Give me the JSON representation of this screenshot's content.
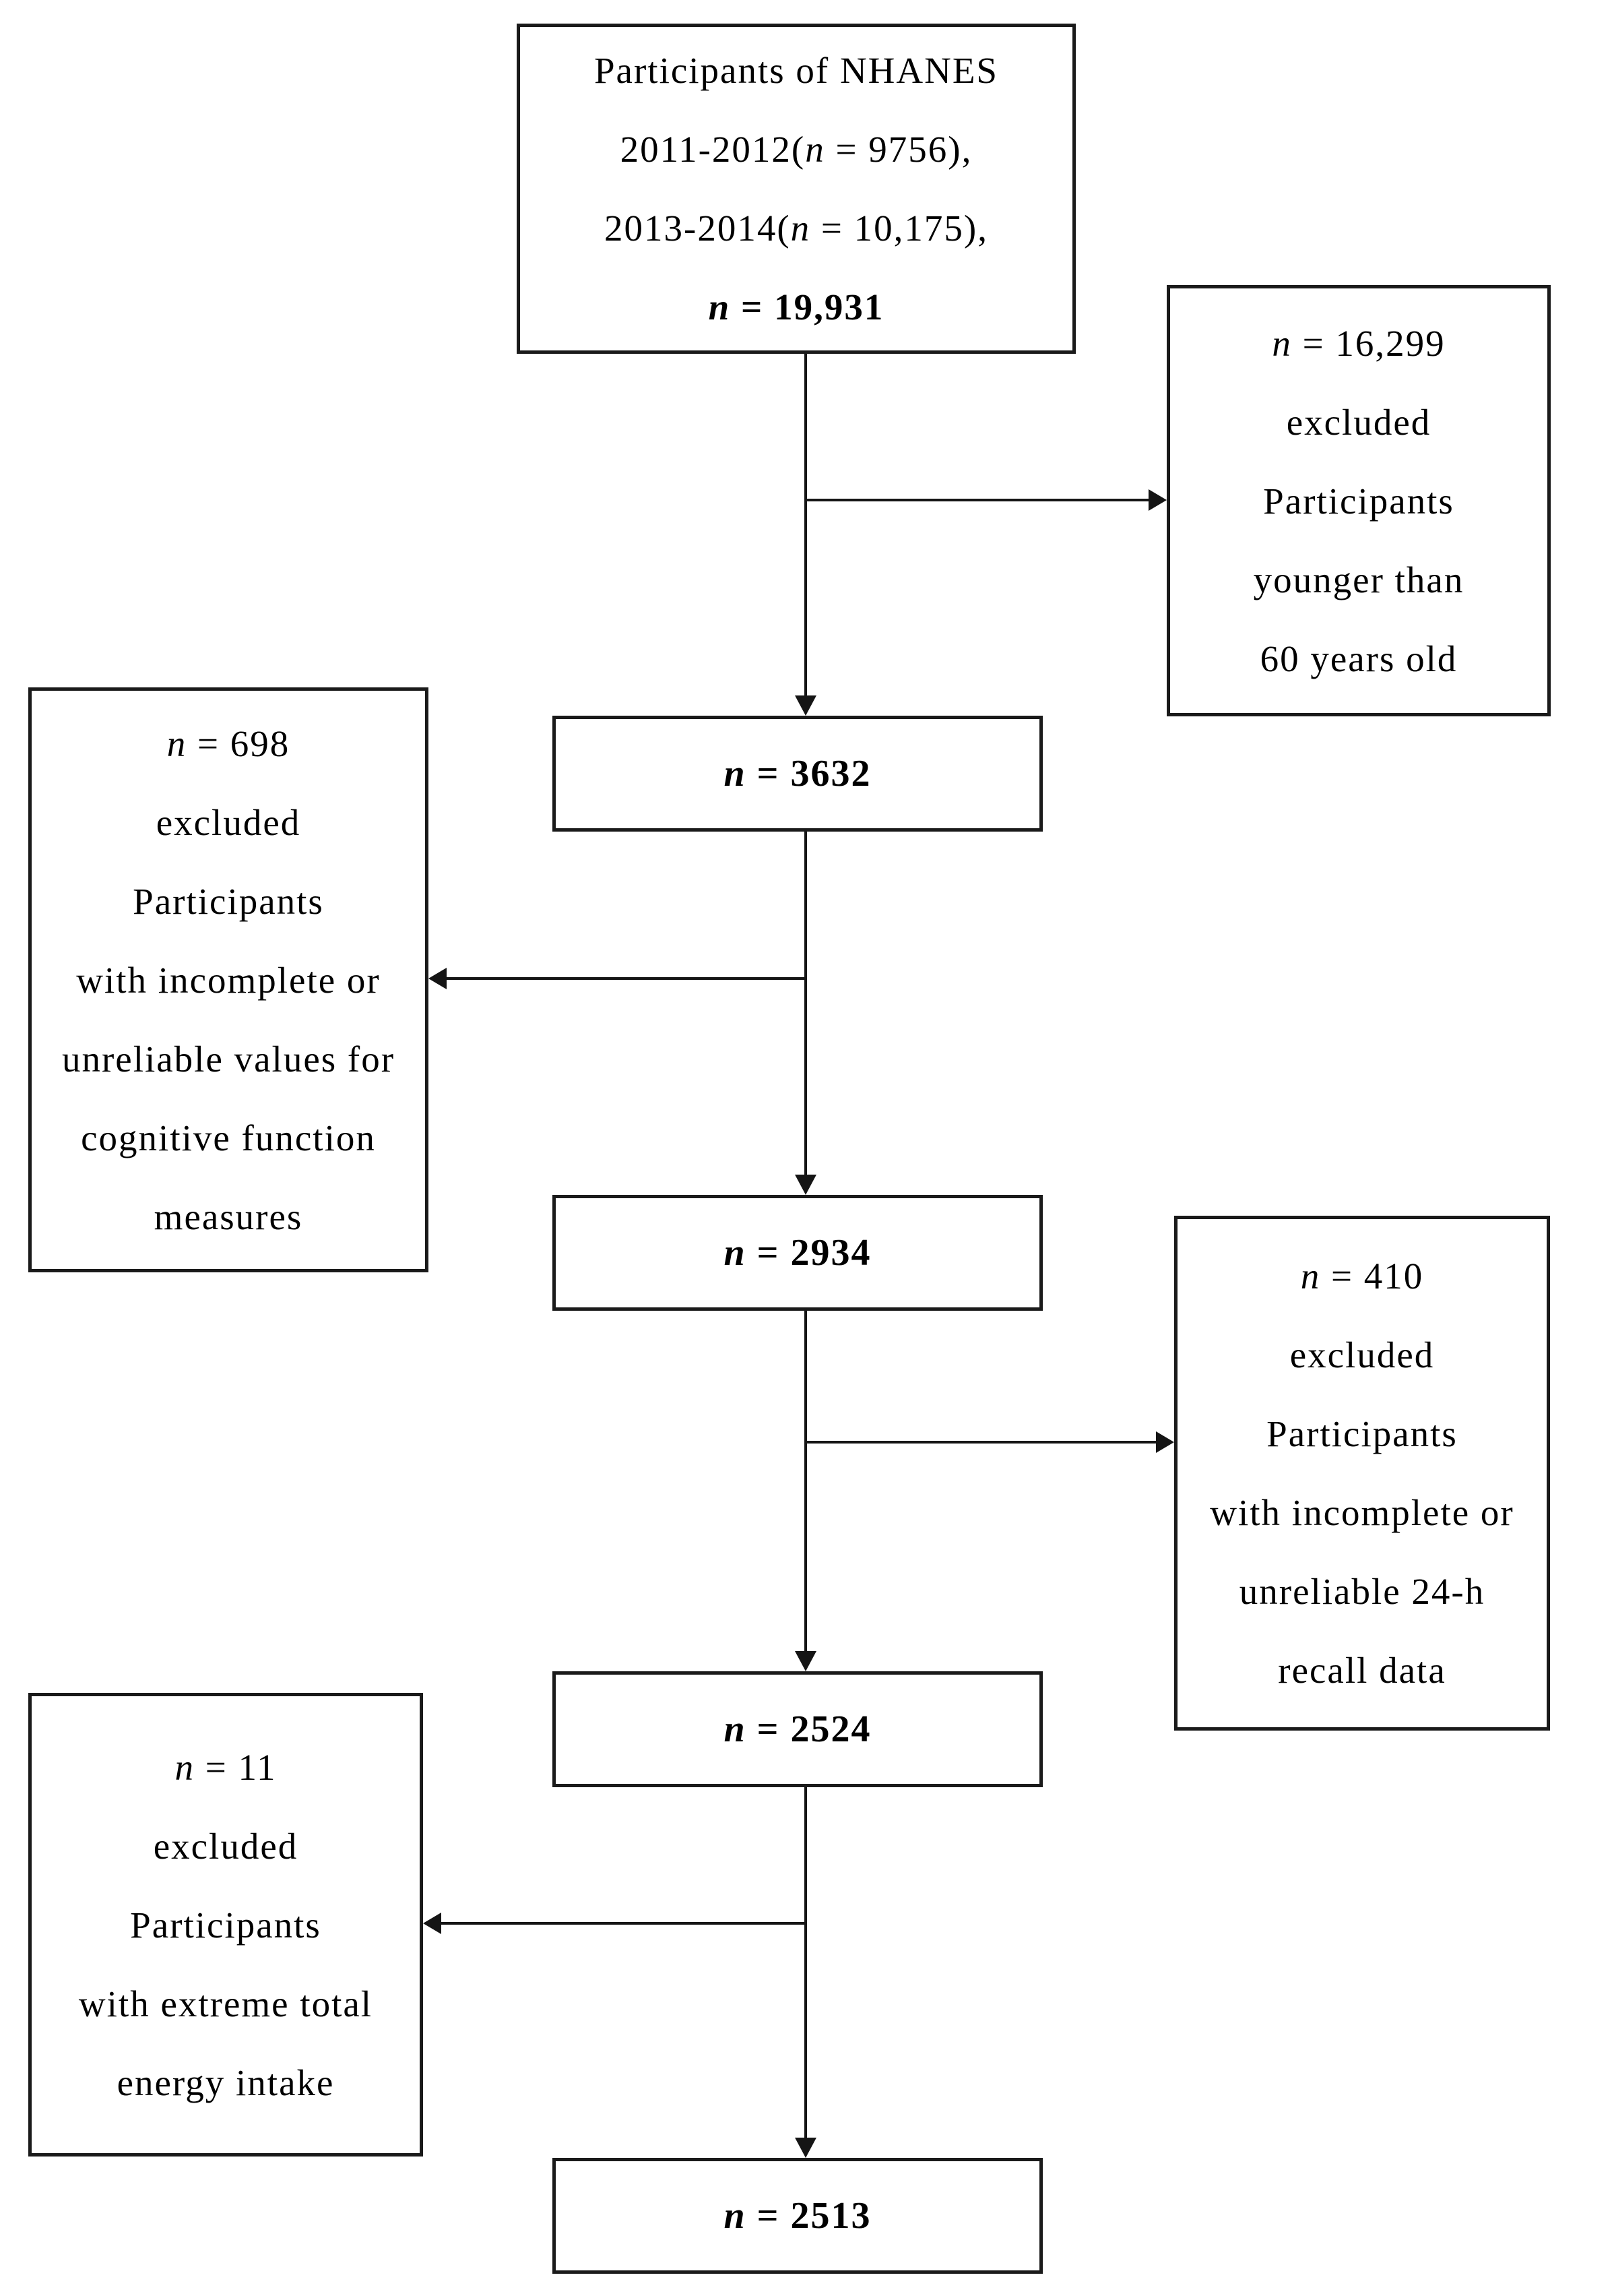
{
  "style": {
    "background": "#ffffff",
    "box_border": "#1a1a1a",
    "text_color": "#000000",
    "arrow_color": "#151515"
  },
  "boxes": {
    "source": {
      "line1": "Participants of NHANES",
      "line2_pre": "2011-2012(",
      "line2_n": "n",
      "line2_post": " = 9756),",
      "line3_pre": "2013-2014(",
      "line3_n": "n",
      "line3_post": " = 10,175),",
      "total_n": "n",
      "total_rest": " = 19,931"
    },
    "excluded_age": {
      "n": "n",
      "count": " = 16,299",
      "line2": "excluded",
      "line3": "Participants",
      "line4": "younger than",
      "line5": "60 years old"
    },
    "step1": {
      "n": "n",
      "count": " = 3632"
    },
    "excluded_cognitive": {
      "n": "n",
      "count": " = 698",
      "line2": "excluded",
      "line3": "Participants",
      "line4": "with incomplete or",
      "line5": "unreliable values for",
      "line6": "cognitive function",
      "line7": "measures"
    },
    "step2": {
      "n": "n",
      "count": " = 2934"
    },
    "excluded_recall": {
      "n": "n",
      "count": " = 410",
      "line2": "excluded",
      "line3": "Participants",
      "line4": "with incomplete or",
      "line5": "unreliable 24-h",
      "line6": "recall data"
    },
    "step3": {
      "n": "n",
      "count": " = 2524"
    },
    "excluded_energy": {
      "n": "n",
      "count": " = 11",
      "line2": "excluded",
      "line3": "Participants",
      "line4": "with extreme total",
      "line5": "energy intake"
    },
    "final": {
      "n": "n",
      "count": " = 2513"
    }
  }
}
